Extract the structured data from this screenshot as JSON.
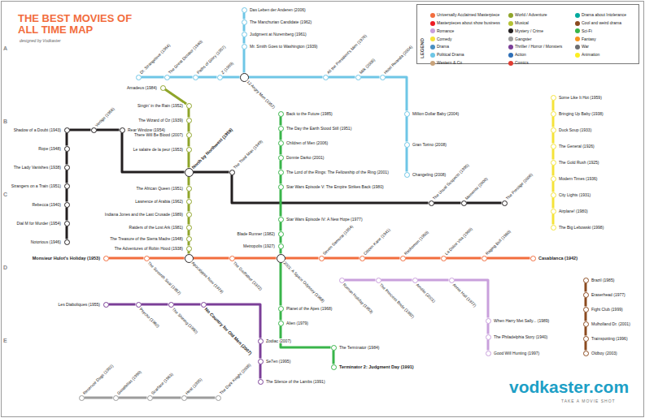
{
  "diagram": {
    "title": "THE BEST MOVIES OF ALL TIME MAP",
    "nodes": [
      {
        "text": [
          "Shadow of a Doubt (1943)"
        ]
      },
      {
        "text": [
          "Rope (1948)"
        ]
      },
      {
        "text": [
          "The Lady Vanishes (1938)"
        ]
      },
      {
        "text": [
          "Strangers on a Train (1951)"
        ]
      },
      {
        "text": [
          "Rebecca (1940)"
        ]
      },
      {
        "text": [
          "Dial M for Murder (1954)"
        ]
      },
      {
        "text": [
          "Notorious (1946)"
        ]
      },
      {
        "text": [
          "Vertigo (1958)"
        ]
      },
      {
        "text": [
          "Rear Window (1954)"
        ]
      },
      {
        "text": [
          "North by Northwest (1959)"
        ]
      },
      {
        "text": [
          "The Third Man (1949)"
        ]
      },
      {
        "text": [
          "The Usual Suspects (1995)"
        ]
      },
      {
        "text": [
          "Memento (2000)"
        ]
      },
      {
        "text": [
          "The Prestige (2006)"
        ]
      },
      {
        "text": [
          "Amadeus (1984)"
        ]
      },
      {
        "text": [
          "Singin' in the Rain (1952)"
        ]
      },
      {
        "text": [
          "The Wizard of Oz (1939)"
        ]
      },
      {
        "text": [
          "There Will Be Blood (2007)"
        ]
      },
      {
        "text": [
          "Le salaire de la peur (1953)"
        ]
      },
      {
        "text": [
          "The African Queen (1951)"
        ]
      },
      {
        "text": [
          "Lawrence of Arabia (1962)"
        ]
      },
      {
        "text": [
          "Indiana Jones and the Last Crusade (1989)"
        ]
      },
      {
        "text": [
          "Raiders of the Lost Ark (1981)"
        ]
      },
      {
        "text": [
          "The Treasure of the Sierra Madre (1948)"
        ]
      },
      {
        "text": [
          "The Adventures of Robin Hood (1938)"
        ]
      },
      {
        "text": [
          "Monsieur Hulot's Holiday (1953)"
        ]
      },
      {
        "text": [
          "The Seventh Seal (1957)"
        ]
      },
      {
        "text": [
          "Apocalypse Now (1979)"
        ]
      },
      {
        "text": [
          "The Godfather (1972)"
        ]
      },
      {
        "text": [
          "2001: A Space Odyssey (1968)"
        ]
      },
      {
        "text": [
          "Seven Samurai (1954)"
        ]
      },
      {
        "text": [
          "Citizen Kane (1941)"
        ]
      },
      {
        "text": [
          "Rashomon (1950)"
        ]
      },
      {
        "text": [
          "La Dolce Vita (1960)"
        ]
      },
      {
        "text": [
          "Raging Bull (1980)"
        ]
      },
      {
        "text": [
          "Casablanca (1942)"
        ]
      },
      {
        "text": [
          "Das Leben der Anderen (2006)"
        ]
      },
      {
        "text": [
          "The Manchurian Candidate (1962)"
        ]
      },
      {
        "text": [
          "Judgment at Nuremberg (1961)"
        ]
      },
      {
        "text": [
          "Mr. Smith Goes to Washington (1939)"
        ]
      },
      {
        "text": [
          "12 Angry Men (1957)"
        ]
      },
      {
        "text": [
          "Dr. Strangelove (1964)"
        ]
      },
      {
        "text": [
          "The Great Dictator (1940)"
        ]
      },
      {
        "text": [
          "Paths of Glory (1957)"
        ]
      },
      {
        "text": [
          "Z (1969)"
        ]
      },
      {
        "text": [
          "All the President's Men (1976)"
        ]
      },
      {
        "text": [
          "Milk (2008)"
        ]
      },
      {
        "text": [
          "Hotel Rwanda (2004)"
        ]
      },
      {
        "text": [
          "Million Dollar Baby (2004)"
        ]
      },
      {
        "text": [
          "Gran Torino (2008)"
        ]
      },
      {
        "text": [
          "Changeling (2008)"
        ]
      },
      {
        "text": [
          "Back to the Future (1985)"
        ]
      },
      {
        "text": [
          "The Day the Earth Stood Still (1951)"
        ]
      },
      {
        "text": [
          "Children of Men (2006)"
        ]
      },
      {
        "text": [
          "Donnie Darko (2001)"
        ]
      },
      {
        "text": [
          "The Lord of the Rings: The Fellowship of the Ring (2001)"
        ]
      },
      {
        "text": [
          "Star Wars Episode V: The Empire Strikes Back (1980)"
        ]
      },
      {
        "text": [
          "Star Wars Episode IV: A New Hope (1977)"
        ]
      },
      {
        "text": [
          "Blade Runner (1982)"
        ]
      },
      {
        "text": [
          "Metropolis (1927)"
        ]
      },
      {
        "text": [
          "Planet of the Apes (1968)"
        ]
      },
      {
        "text": [
          "Alien (1979)"
        ]
      },
      {
        "text": [
          "The Terminator (1984)"
        ]
      },
      {
        "text": [
          "Terminator 2: Judgment Day (1991)"
        ]
      },
      {
        "text": [
          "Les Diaboliques (1955)"
        ]
      },
      {
        "text": [
          "Psycho (1960)"
        ]
      },
      {
        "text": [
          "The Shining (1980)"
        ]
      },
      {
        "text": [
          "No Country for Old Men (2007)"
        ]
      },
      {
        "text": [
          "Zodiac (2007)"
        ]
      },
      {
        "text": [
          "Se7en (1995)"
        ]
      },
      {
        "text": [
          "The Silence of the Lambs (1991)"
        ]
      },
      {
        "text": [
          "Roman Holiday (1953)"
        ]
      },
      {
        "text": [
          "The Princess Bride (1987)"
        ]
      },
      {
        "text": [
          "Amélie (2001)"
        ]
      },
      {
        "text": [
          "Annie Hall (1977)"
        ]
      },
      {
        "text": [
          "When Harry Met Sally... (1989)"
        ]
      },
      {
        "text": [
          "The Philadelphia Story (1940)"
        ]
      },
      {
        "text": [
          "Good Will Hunting (1997)"
        ]
      },
      {
        "text": [
          "Some Like It Hot (1959)"
        ]
      },
      {
        "text": [
          "Bringing Up Baby (1938)"
        ]
      },
      {
        "text": [
          "Duck Soup (1933)"
        ]
      },
      {
        "text": [
          "The General (1926)"
        ]
      },
      {
        "text": [
          "The Gold Rush (1925)"
        ]
      },
      {
        "text": [
          "Modern Times (1936)"
        ]
      },
      {
        "text": [
          "City Lights (1931)"
        ]
      },
      {
        "text": [
          "Airplane! (1980)"
        ]
      },
      {
        "text": [
          "The Big Lebowski (1998)"
        ]
      },
      {
        "text": [
          "Brazil (1985)"
        ]
      },
      {
        "text": [
          "Eraserhead (1977)"
        ]
      },
      {
        "text": [
          "Fight Club (1999)"
        ]
      },
      {
        "text": [
          "Mulholland Dr. (2001)"
        ]
      },
      {
        "text": [
          "Trainspotting (1996)"
        ]
      },
      {
        "text": [
          "Oldboy (2003)"
        ]
      },
      {
        "text": [
          "Reservoir Dogs (1992)"
        ]
      },
      {
        "text": [
          "Goodfellas (1990)"
        ]
      },
      {
        "text": [
          "Scarface (1983)"
        ]
      },
      {
        "text": [
          "Heat (1995)"
        ]
      },
      {
        "text": [
          "The Dark Knight (2008)"
        ]
      }
    ],
    "edges": [
      {
        "from": 0,
        "to": 1,
        "arrow": "none"
      },
      {
        "from": 1,
        "to": 2,
        "arrow": "none"
      },
      {
        "from": 2,
        "to": 3,
        "arrow": "none"
      },
      {
        "from": 3,
        "to": 4,
        "arrow": "none"
      },
      {
        "from": 4,
        "to": 5,
        "arrow": "none"
      },
      {
        "from": 5,
        "to": 6,
        "arrow": "none"
      },
      {
        "from": 0,
        "to": 7,
        "arrow": "none"
      },
      {
        "from": 7,
        "to": 8,
        "arrow": "none"
      },
      {
        "from": 8,
        "to": 9,
        "arrow": "none"
      },
      {
        "from": 9,
        "to": 10,
        "arrow": "none"
      },
      {
        "from": 10,
        "to": 11,
        "arrow": "none"
      },
      {
        "from": 11,
        "to": 12,
        "arrow": "none"
      },
      {
        "from": 12,
        "to": 13,
        "arrow": "none"
      },
      {
        "from": 14,
        "to": 15,
        "arrow": "none"
      },
      {
        "from": 15,
        "to": 16,
        "arrow": "none"
      },
      {
        "from": 16,
        "to": 17,
        "arrow": "none"
      },
      {
        "from": 17,
        "to": 18,
        "arrow": "none"
      },
      {
        "from": 18,
        "to": 9,
        "arrow": "none"
      },
      {
        "from": 9,
        "to": 19,
        "arrow": "none"
      },
      {
        "from": 19,
        "to": 20,
        "arrow": "none"
      },
      {
        "from": 20,
        "to": 21,
        "arrow": "none"
      },
      {
        "from": 21,
        "to": 22,
        "arrow": "none"
      },
      {
        "from": 22,
        "to": 23,
        "arrow": "none"
      },
      {
        "from": 23,
        "to": 24,
        "arrow": "none"
      },
      {
        "from": 24,
        "to": 27,
        "arrow": "none"
      },
      {
        "from": 25,
        "to": 26,
        "arrow": "none"
      },
      {
        "from": 26,
        "to": 27,
        "arrow": "none"
      },
      {
        "from": 27,
        "to": 28,
        "arrow": "none"
      },
      {
        "from": 28,
        "to": 29,
        "arrow": "none"
      },
      {
        "from": 29,
        "to": 30,
        "arrow": "none"
      },
      {
        "from": 30,
        "to": 31,
        "arrow": "none"
      },
      {
        "from": 31,
        "to": 32,
        "arrow": "none"
      },
      {
        "from": 32,
        "to": 33,
        "arrow": "none"
      },
      {
        "from": 33,
        "to": 34,
        "arrow": "none"
      },
      {
        "from": 34,
        "to": 35,
        "arrow": "none"
      },
      {
        "from": 36,
        "to": 37,
        "arrow": "none"
      },
      {
        "from": 37,
        "to": 38,
        "arrow": "none"
      },
      {
        "from": 38,
        "to": 39,
        "arrow": "none"
      },
      {
        "from": 39,
        "to": 40,
        "arrow": "none"
      },
      {
        "from": 41,
        "to": 42,
        "arrow": "none"
      },
      {
        "from": 42,
        "to": 43,
        "arrow": "none"
      },
      {
        "from": 43,
        "to": 44,
        "arrow": "none"
      },
      {
        "from": 44,
        "to": 40,
        "arrow": "none"
      },
      {
        "from": 40,
        "to": 45,
        "arrow": "none"
      },
      {
        "from": 45,
        "to": 46,
        "arrow": "none"
      },
      {
        "from": 46,
        "to": 47,
        "arrow": "none"
      },
      {
        "from": 47,
        "to": 48,
        "arrow": "none"
      },
      {
        "from": 48,
        "to": 49,
        "arrow": "none"
      },
      {
        "from": 49,
        "to": 50,
        "arrow": "none"
      },
      {
        "from": 51,
        "to": 52,
        "arrow": "none"
      },
      {
        "from": 52,
        "to": 53,
        "arrow": "none"
      },
      {
        "from": 53,
        "to": 54,
        "arrow": "none"
      },
      {
        "from": 54,
        "to": 55,
        "arrow": "none"
      },
      {
        "from": 55,
        "to": 56,
        "arrow": "none"
      },
      {
        "from": 56,
        "to": 57,
        "arrow": "none"
      },
      {
        "from": 57,
        "to": 58,
        "arrow": "none"
      },
      {
        "from": 58,
        "to": 59,
        "arrow": "none"
      },
      {
        "from": 59,
        "to": 29,
        "arrow": "none"
      },
      {
        "from": 29,
        "to": 60,
        "arrow": "none"
      },
      {
        "from": 60,
        "to": 61,
        "arrow": "none"
      },
      {
        "from": 61,
        "to": 62,
        "arrow": "none"
      },
      {
        "from": 62,
        "to": 63,
        "arrow": "none"
      },
      {
        "from": 64,
        "to": 65,
        "arrow": "none"
      },
      {
        "from": 65,
        "to": 66,
        "arrow": "none"
      },
      {
        "from": 66,
        "to": 67,
        "arrow": "none"
      },
      {
        "from": 67,
        "to": 68,
        "arrow": "none"
      },
      {
        "from": 68,
        "to": 69,
        "arrow": "none"
      },
      {
        "from": 69,
        "to": 70,
        "arrow": "none"
      },
      {
        "from": 71,
        "to": 72,
        "arrow": "none"
      },
      {
        "from": 72,
        "to": 73,
        "arrow": "none"
      },
      {
        "from": 73,
        "to": 74,
        "arrow": "none"
      },
      {
        "from": 74,
        "to": 75,
        "arrow": "none"
      },
      {
        "from": 75,
        "to": 76,
        "arrow": "none"
      },
      {
        "from": 76,
        "to": 77,
        "arrow": "none"
      },
      {
        "from": 78,
        "to": 79,
        "arrow": "none"
      },
      {
        "from": 79,
        "to": 80,
        "arrow": "none"
      },
      {
        "from": 80,
        "to": 81,
        "arrow": "none"
      },
      {
        "from": 81,
        "to": 82,
        "arrow": "none"
      },
      {
        "from": 82,
        "to": 83,
        "arrow": "none"
      },
      {
        "from": 83,
        "to": 84,
        "arrow": "none"
      },
      {
        "from": 84,
        "to": 85,
        "arrow": "none"
      },
      {
        "from": 85,
        "to": 86,
        "arrow": "none"
      },
      {
        "from": 87,
        "to": 88,
        "arrow": "none"
      },
      {
        "from": 88,
        "to": 89,
        "arrow": "none"
      },
      {
        "from": 89,
        "to": 90,
        "arrow": "none"
      },
      {
        "from": 90,
        "to": 91,
        "arrow": "none"
      },
      {
        "from": 91,
        "to": 92,
        "arrow": "none"
      },
      {
        "from": 93,
        "to": 94,
        "arrow": "none"
      },
      {
        "from": 94,
        "to": 95,
        "arrow": "none"
      },
      {
        "from": 95,
        "to": 96,
        "arrow": "none"
      },
      {
        "from": 96,
        "to": 97,
        "arrow": "none"
      }
    ],
    "labels": [
      "designed by Vodkaster",
      "LEGEND",
      "A",
      "B",
      "C",
      "D",
      "E",
      "vodkaster.com",
      "TAKE A MOVIE SHOT"
    ],
    "legend": [
      {
        "text": "Universally Acclaimed Masterpiece",
        "color": "#f26d3d"
      },
      {
        "text": "Masterpieces about show business",
        "color": "#ed1c24"
      },
      {
        "text": "Romance",
        "color": "#c9a0dc"
      },
      {
        "text": "Comedy",
        "color": "#f5e33a"
      },
      {
        "text": "Drama",
        "color": "#4a90c2"
      },
      {
        "text": "Political Drama",
        "color": "#6ec6e6"
      },
      {
        "text": "Western & Co",
        "color": "#c8a27a"
      },
      {
        "text": "World / Adventure",
        "color": "#8fa52a"
      },
      {
        "text": "Musical",
        "color": "#b5c235"
      },
      {
        "text": "Mystery / Crime",
        "color": "#231f20"
      },
      {
        "text": "Gangster",
        "color": "#9c9c9c"
      },
      {
        "text": "Thriller / Horror / Monsters",
        "color": "#7b3f98"
      },
      {
        "text": "Action",
        "color": "#2e6fb7"
      },
      {
        "text": "Comics",
        "color": "#e03c31"
      },
      {
        "text": "Drama about Intolerance",
        "color": "#00a99d"
      },
      {
        "text": "Cool and weird drama",
        "color": "#8b4a1f"
      },
      {
        "text": "Sci-Fi",
        "color": "#39b54a"
      },
      {
        "text": "Fantasy",
        "color": "#f7941d"
      },
      {
        "text": "War",
        "color": "#6d6e71"
      },
      {
        "text": "Animation",
        "color": "#fcee21"
      }
    ]
  }
}
